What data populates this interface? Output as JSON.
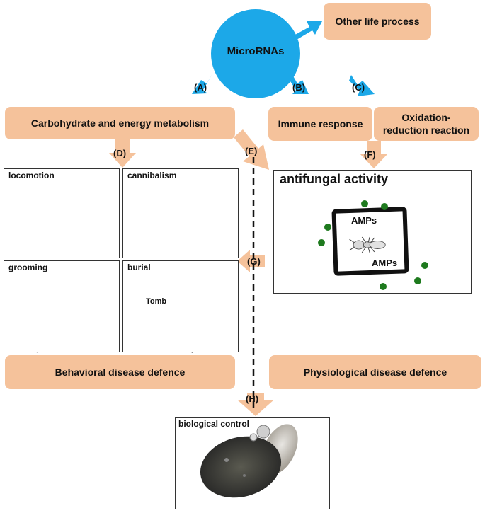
{
  "center": {
    "label": "MicroRNAs"
  },
  "boxes": {
    "other_life": "Other life process",
    "carbohydrate": "Carbohydrate and energy metabolism",
    "immune": "Immune response",
    "oxidation": "Oxidation-\nreduction reaction",
    "behavioral": "Behavioral disease defence",
    "physiological": "Physiological disease defence"
  },
  "arrow_labels": {
    "A": "(A)",
    "B": "(B)",
    "C": "(C)",
    "D": "(D)",
    "E": "(E)",
    "F": "(F)",
    "G": "(G)",
    "H": "(H)"
  },
  "panels": {
    "locomotion": "locomotion",
    "cannibalism": "cannibalism",
    "grooming": "grooming",
    "burial": "burial",
    "tomb": "Tomb",
    "antifungal": "antifungal activity",
    "amps_top": "AMPs",
    "amps_bottom": "AMPs",
    "biocontrol": "biological control"
  },
  "colors": {
    "circle": "#1ca8e8",
    "box_fill": "#f5c29b",
    "arrow_blue": "#1ca8e8",
    "arrow_peach": "#f5c29b",
    "spore": "#1e7a1e",
    "tomb": "#f5a020"
  }
}
